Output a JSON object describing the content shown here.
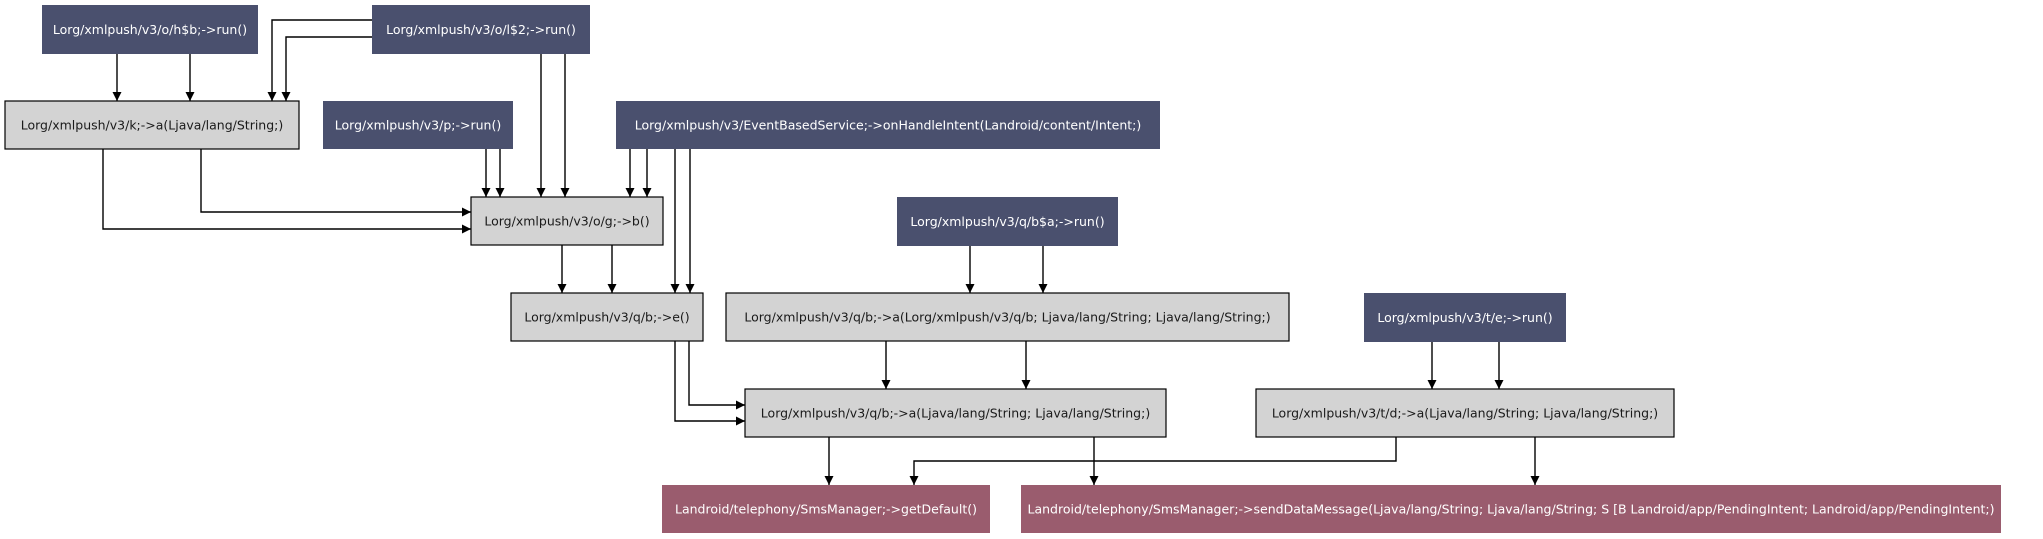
{
  "colors": {
    "entry_fill": "#4a506e",
    "entry_text": "#ffffff",
    "internal_fill": "#d3d3d3",
    "internal_text": "#1a1a1a",
    "api_fill": "#9a5c6e",
    "api_text": "#ffffff",
    "edge": "#000000"
  },
  "nodes": [
    {
      "id": "n_ohb_run",
      "kind": "entry",
      "label": "Lorg/xmlpush/v3/o/h$b;->run()"
    },
    {
      "id": "n_ol2_run",
      "kind": "entry",
      "label": "Lorg/xmlpush/v3/o/l$2;->run()"
    },
    {
      "id": "n_k_a",
      "kind": "internal",
      "label": "Lorg/xmlpush/v3/k;->a(Ljava/lang/String;)"
    },
    {
      "id": "n_p_run",
      "kind": "entry",
      "label": "Lorg/xmlpush/v3/p;->run()"
    },
    {
      "id": "n_ebs_onhandle",
      "kind": "entry",
      "label": "Lorg/xmlpush/v3/EventBasedService;->onHandleIntent(Landroid/content/Intent;)"
    },
    {
      "id": "n_og_b",
      "kind": "internal",
      "label": "Lorg/xmlpush/v3/o/g;->b()"
    },
    {
      "id": "n_qba_run",
      "kind": "entry",
      "label": "Lorg/xmlpush/v3/q/b$a;->run()"
    },
    {
      "id": "n_qb_e",
      "kind": "internal",
      "label": "Lorg/xmlpush/v3/q/b;->e()"
    },
    {
      "id": "n_qb_a3",
      "kind": "internal",
      "label": "Lorg/xmlpush/v3/q/b;->a(Lorg/xmlpush/v3/q/b; Ljava/lang/String; Ljava/lang/String;)"
    },
    {
      "id": "n_te_run",
      "kind": "entry",
      "label": "Lorg/xmlpush/v3/t/e;->run()"
    },
    {
      "id": "n_qb_a2",
      "kind": "internal",
      "label": "Lorg/xmlpush/v3/q/b;->a(Ljava/lang/String; Ljava/lang/String;)"
    },
    {
      "id": "n_td_a2",
      "kind": "internal",
      "label": "Lorg/xmlpush/v3/t/d;->a(Ljava/lang/String; Ljava/lang/String;)"
    },
    {
      "id": "n_sms_getdefault",
      "kind": "api",
      "label": "Landroid/telephony/SmsManager;->getDefault()"
    },
    {
      "id": "n_sms_senddata",
      "kind": "api",
      "label": "Landroid/telephony/SmsManager;->sendDataMessage(Ljava/lang/String; Ljava/lang/String; S [B Landroid/app/PendingIntent; Landroid/app/PendingIntent;)"
    }
  ],
  "edges": [
    {
      "from": "n_ohb_run",
      "to": "n_k_a"
    },
    {
      "from": "n_ohb_run",
      "to": "n_k_a"
    },
    {
      "from": "n_ol2_run",
      "to": "n_k_a"
    },
    {
      "from": "n_ol2_run",
      "to": "n_k_a"
    },
    {
      "from": "n_ol2_run",
      "to": "n_og_b"
    },
    {
      "from": "n_ol2_run",
      "to": "n_og_b"
    },
    {
      "from": "n_k_a",
      "to": "n_og_b"
    },
    {
      "from": "n_k_a",
      "to": "n_og_b"
    },
    {
      "from": "n_p_run",
      "to": "n_og_b"
    },
    {
      "from": "n_p_run",
      "to": "n_og_b"
    },
    {
      "from": "n_ebs_onhandle",
      "to": "n_og_b"
    },
    {
      "from": "n_ebs_onhandle",
      "to": "n_og_b"
    },
    {
      "from": "n_ebs_onhandle",
      "to": "n_qb_e"
    },
    {
      "from": "n_ebs_onhandle",
      "to": "n_qb_e"
    },
    {
      "from": "n_og_b",
      "to": "n_qb_e"
    },
    {
      "from": "n_og_b",
      "to": "n_qb_e"
    },
    {
      "from": "n_qba_run",
      "to": "n_qb_a3"
    },
    {
      "from": "n_qba_run",
      "to": "n_qb_a3"
    },
    {
      "from": "n_qb_e",
      "to": "n_qb_a2"
    },
    {
      "from": "n_qb_e",
      "to": "n_qb_a2"
    },
    {
      "from": "n_qb_a3",
      "to": "n_qb_a2"
    },
    {
      "from": "n_qb_a3",
      "to": "n_qb_a2"
    },
    {
      "from": "n_te_run",
      "to": "n_td_a2"
    },
    {
      "from": "n_te_run",
      "to": "n_td_a2"
    },
    {
      "from": "n_qb_a2",
      "to": "n_sms_getdefault"
    },
    {
      "from": "n_qb_a2",
      "to": "n_sms_senddata"
    },
    {
      "from": "n_td_a2",
      "to": "n_sms_getdefault"
    },
    {
      "from": "n_td_a2",
      "to": "n_sms_senddata"
    }
  ]
}
